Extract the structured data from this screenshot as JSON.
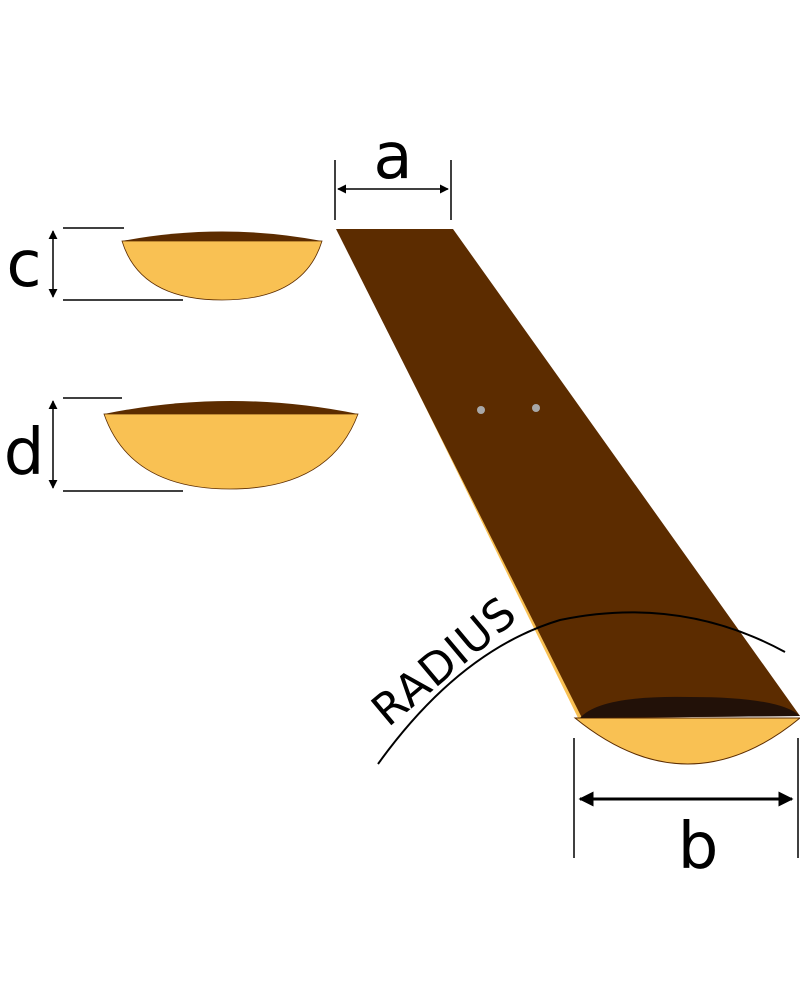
{
  "labels": {
    "a": "a",
    "b": "b",
    "c": "c",
    "d": "d",
    "radius": "RADIUS"
  },
  "colors": {
    "wood_dark": "#5c2c00",
    "wood_edge": "#3a1a00",
    "wood_end_shadow": "#221108",
    "core_yellow": "#f9c153",
    "hole_grey": "#a8a8a8",
    "line_black": "#000000",
    "background": "#ffffff"
  }
}
